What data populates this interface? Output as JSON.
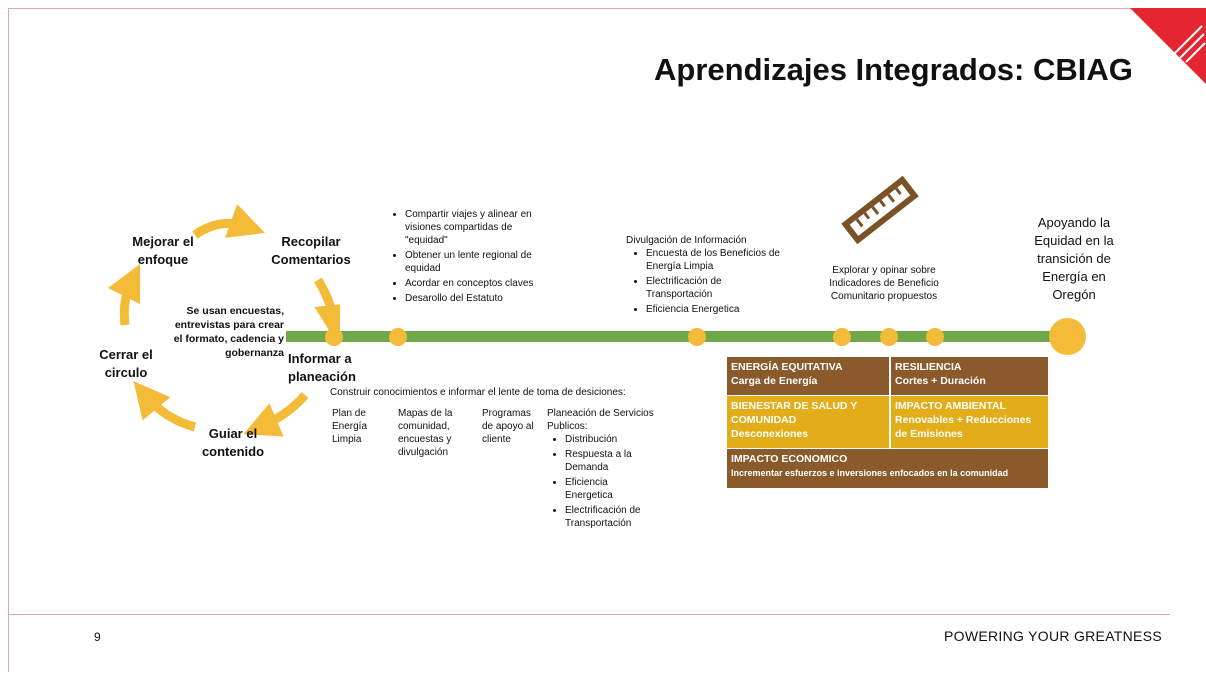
{
  "slide": {
    "title": "Aprendizajes Integrados: CBIAG",
    "page_number": "9",
    "tagline": "POWERING YOUR GREATNESS"
  },
  "cycle": {
    "mejorar": "Mejorar el enfoque",
    "recopilar": "Recopilar Comentarios",
    "informar": "Informar a planeación",
    "guiar": "Guiar el contenido",
    "cerrar": "Cerrar el circulo",
    "center": "Se usan encuestas, entrevistas para crear el formato, cadencia y gobernanza"
  },
  "top_bullets": [
    "Compartir viajes y alinear en visiones compartidas de \"equidad\"",
    "Obtener un lente regional de equidad",
    "Acordar en conceptos claves",
    "Desarollo del Estatuto"
  ],
  "divulgacion": {
    "title": "Divulgación de Información",
    "items": [
      "Encuesta de los Beneficios de Energía Limpia",
      "Electrificación de Transportación",
      "Eficiencia Energetica"
    ]
  },
  "explorar": "Explorar y opinar sobre Indicadores de Beneficio Comunitario propuestos",
  "apoyando": "Apoyando la Equidad en la transición de Energía en Oregón",
  "construir": {
    "title": "Construir conocimientos e informar el lente de toma de desiciones:",
    "col1": "Plan de Energía Limpia",
    "col2": "Mapas de la comunidad, encuestas y divulgación",
    "col3": "Programas de apoyo al cliente",
    "col4_title": "Planeación de Servicios Publicos:",
    "col4_items": [
      "Distribución",
      "Respuesta a la Demanda",
      "Eficiencia Energetica",
      "Electrificación de Transportación"
    ]
  },
  "indicators": {
    "energia_title": "ENERGÍA EQUITATIVA",
    "energia_sub": "Carga de Energía",
    "resiliencia_title": "RESILIENCIA",
    "resiliencia_sub": "Cortes + Duración",
    "bienestar_title": "BIENESTAR DE SALUD Y COMUNIDAD",
    "bienestar_sub": "Desconexiones",
    "ambiental_title": "IMPACTO AMBIENTAL",
    "ambiental_sub": "Renovables + Reducciones de Emisiones",
    "economico_title": "IMPACTO ECONOMICO",
    "economico_sub": "Incrementar esfuerzos e inversiones enfocados en la comunidad"
  },
  "colors": {
    "accent_red": "#e3262f",
    "timeline_green": "#6fa84a",
    "dot_gold": "#f3bb38",
    "indicator_brown": "#8b5a2b",
    "indicator_gold": "#e2ad18",
    "ruler_brown": "#7a5226"
  }
}
